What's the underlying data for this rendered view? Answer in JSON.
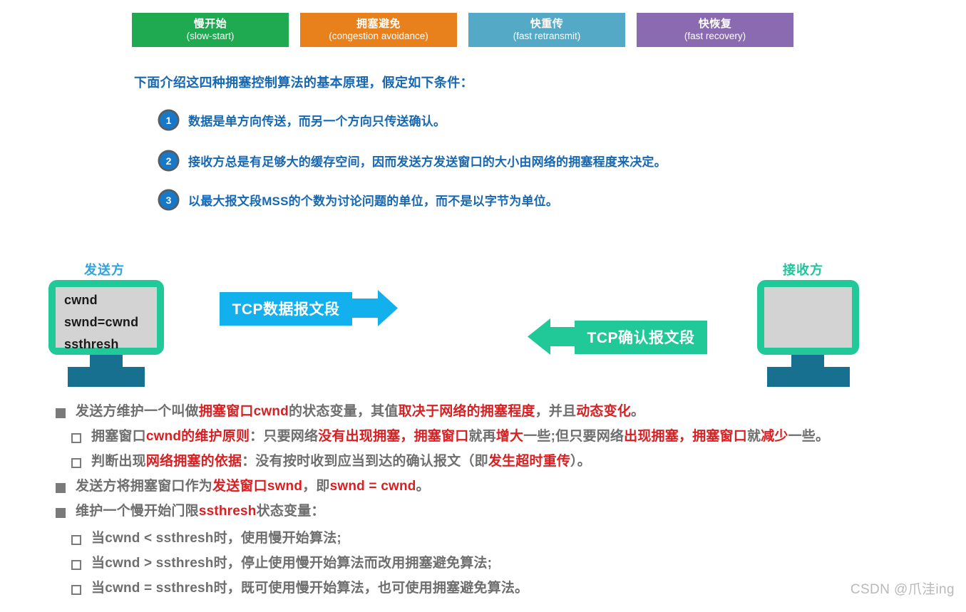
{
  "algorithms": [
    {
      "cn": "慢开始",
      "en": "(slow-start)",
      "color": "#1faa52"
    },
    {
      "cn": "拥塞避免",
      "en": "(congestion avoidance)",
      "color": "#e8801b"
    },
    {
      "cn": "快重传",
      "en": "(fast retransmit)",
      "color": "#54a9c6"
    },
    {
      "cn": "快恢复",
      "en": "(fast recovery)",
      "color": "#8a6bb1"
    }
  ],
  "heading": "下面介绍这四种拥塞控制算法的基本原理，假定如下条件：",
  "assumptions": [
    {
      "num": "1",
      "text": "数据是单方向传送，而另一个方向只传送确认。"
    },
    {
      "num": "2",
      "text": "接收方总是有足够大的缓存空间，因而发送方发送窗口的大小由网络的拥塞程度来决定。"
    },
    {
      "num": "3",
      "text": "以最大报文段MSS的个数为讨论问题的单位，而不是以字节为单位。"
    }
  ],
  "diagram": {
    "sender_label": "发送方",
    "receiver_label": "接收方",
    "sender_vars": [
      "cwnd",
      "swnd=cwnd",
      "ssthresh"
    ],
    "data_banner": "TCP数据报文段",
    "ack_banner": "TCP确认报文段",
    "data_color": "#12b0ec",
    "ack_color": "#20c997",
    "monitor_color": "#20c997",
    "stand_color": "#17708f",
    "screen_color": "#d3d3d3"
  },
  "bullets": [
    {
      "level": 1,
      "parts": [
        {
          "t": "发送方维护一个叫做",
          "hl": false
        },
        {
          "t": "拥塞窗口cwnd",
          "hl": true
        },
        {
          "t": "的状态变量，其值",
          "hl": false
        },
        {
          "t": "取决于网络的拥塞程度",
          "hl": true
        },
        {
          "t": "，并且",
          "hl": false
        },
        {
          "t": "动态变化",
          "hl": true
        },
        {
          "t": "。",
          "hl": false
        }
      ]
    },
    {
      "level": 2,
      "parts": [
        {
          "t": "拥塞窗口",
          "hl": false
        },
        {
          "t": "cwnd的维护原则",
          "hl": true
        },
        {
          "t": "：只要网络",
          "hl": false
        },
        {
          "t": "没有出现拥塞，拥塞窗口",
          "hl": true
        },
        {
          "t": "就再",
          "hl": false
        },
        {
          "t": "增大",
          "hl": true
        },
        {
          "t": "一些;但只要网络",
          "hl": false
        },
        {
          "t": "出现拥塞，拥塞窗口",
          "hl": true
        },
        {
          "t": "就",
          "hl": false
        },
        {
          "t": "减少",
          "hl": true
        },
        {
          "t": "一些。",
          "hl": false
        }
      ]
    },
    {
      "level": 2,
      "parts": [
        {
          "t": "判断出现",
          "hl": false
        },
        {
          "t": "网络拥塞的依据",
          "hl": true
        },
        {
          "t": "：没有按时收到应当到达的确认报文（即",
          "hl": false
        },
        {
          "t": "发生超时重传",
          "hl": true
        },
        {
          "t": "）。",
          "hl": false
        }
      ]
    },
    {
      "level": 1,
      "parts": [
        {
          "t": "发送方将拥塞窗口作为",
          "hl": false
        },
        {
          "t": "发送窗口swnd",
          "hl": true
        },
        {
          "t": "，即",
          "hl": false
        },
        {
          "t": "swnd = cwnd",
          "hl": true
        },
        {
          "t": "。",
          "hl": false
        }
      ]
    },
    {
      "level": 1,
      "parts": [
        {
          "t": "维护一个慢开始门限",
          "hl": false
        },
        {
          "t": "ssthresh",
          "hl": true
        },
        {
          "t": "状态变量：",
          "hl": false
        }
      ]
    },
    {
      "level": 2,
      "parts": [
        {
          "t": "当cwnd < ssthresh时，使用慢开始算法;",
          "hl": false
        }
      ]
    },
    {
      "level": 2,
      "parts": [
        {
          "t": "当cwnd > ssthresh时，停止使用慢开始算法而改用拥塞避免算法;",
          "hl": false
        }
      ]
    },
    {
      "level": 2,
      "parts": [
        {
          "t": "当cwnd = ssthresh时，既可使用慢开始算法，也可使用拥塞避免算法。",
          "hl": false
        }
      ]
    }
  ],
  "watermark": "CSDN @爪洼ing",
  "colors": {
    "heading_blue": "#1668b3",
    "highlight_red": "#d81f22",
    "body_gray": "#6e6e6e",
    "marker_gray": "#7a7a7a",
    "badge_blue": "#1878c8"
  }
}
